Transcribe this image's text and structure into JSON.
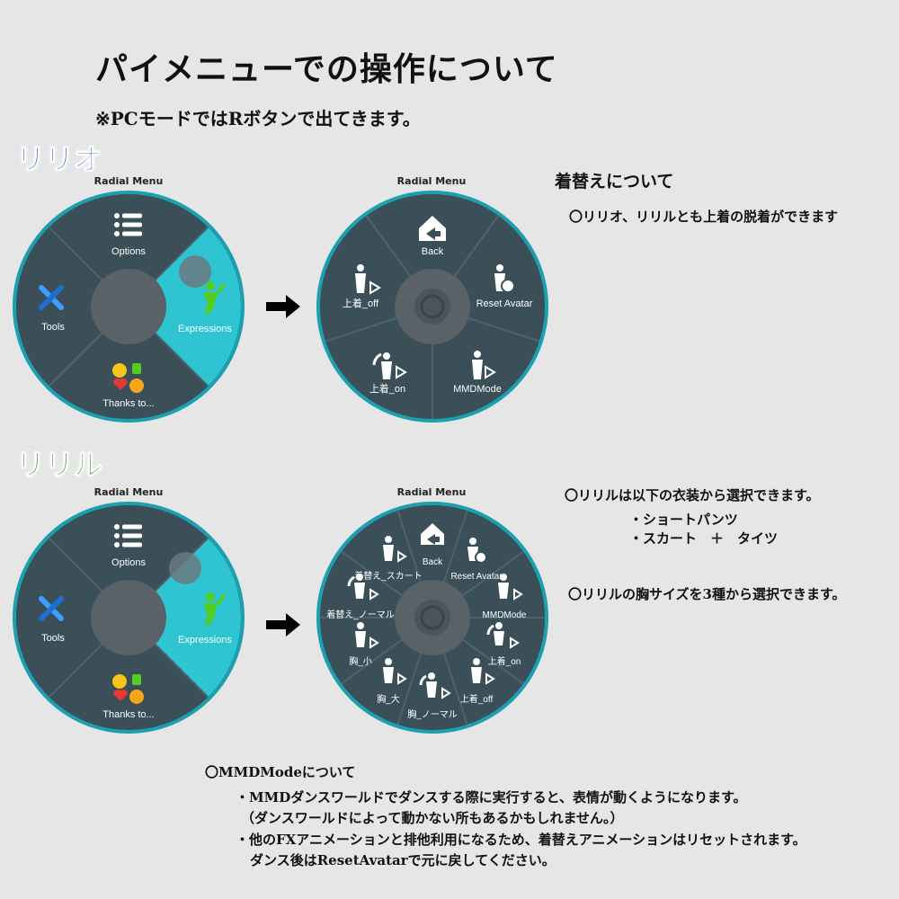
{
  "header": {
    "title": "パイメニューでの操作について",
    "subtitle": "※PCモードではRボタンで出てきます。"
  },
  "section1": {
    "avatar_name": "リリオ",
    "menu_main": {
      "caption": "Radial Menu",
      "items": {
        "options": "Options",
        "tools": "Tools",
        "expressions": "Expressions",
        "thanks": "Thanks to..."
      }
    },
    "menu_sub": {
      "caption": "Radial Menu",
      "items": {
        "back": "Back",
        "reset_avatar": "Reset Avatar",
        "mmdmode": "MMDMode",
        "jacket_on": "上着_on",
        "jacket_off": "上着_off"
      }
    },
    "notes": {
      "heading": "着替えについて",
      "line1": "〇リリオ、リリルとも上着の脱着ができます"
    }
  },
  "section2": {
    "avatar_name": "リリル",
    "menu_main": {
      "caption": "Radial Menu",
      "items": {
        "options": "Options",
        "tools": "Tools",
        "expressions": "Expressions",
        "thanks": "Thanks to..."
      }
    },
    "menu_sub": {
      "caption": "Radial Menu",
      "items": {
        "back": "Back",
        "reset_avatar": "Reset Avatar",
        "mmdmode": "MMDMode",
        "jacket_on": "上着_on",
        "jacket_off": "上着_off",
        "chest_normal": "胸_ノーマル",
        "chest_large": "胸_大",
        "chest_small": "胸_小",
        "outfit_normal": "着替え_ノーマル",
        "outfit_skirt": "着替え_スカート"
      }
    },
    "notes": {
      "line1": "〇リリルは以下の衣装から選択できます。",
      "line2": "・ショートパンツ",
      "line3": "・スカート　＋　タイツ",
      "line4": "〇リリルの胸サイズを3種から選択できます。"
    }
  },
  "footer": {
    "heading": "〇MMDModeについて",
    "line1": "・MMDダンスワールドでダンスする際に実行すると、表情が動くようになります。",
    "line2": "（ダンスワールドによって動かない所もあるかもしれません。）",
    "line3": "・他のFXアニメーションと排他利用になるため、着替えアニメーションはリセットされます。",
    "line4": "ダンス後はResetAvatarで元に戻してください。"
  },
  "colors": {
    "wheel_bg": "#3a4f57",
    "wheel_rim": "#1c9fae",
    "highlight": "#2ec4d2",
    "center": "#5a6268",
    "label": "#ffffff"
  }
}
